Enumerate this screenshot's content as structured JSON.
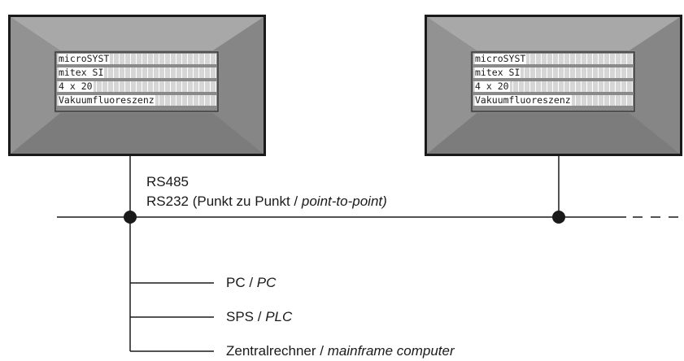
{
  "displays": [
    {
      "lines": [
        "microSYST",
        "mitex SI",
        "4 x 20",
        "Vakuumfluoreszenz"
      ]
    },
    {
      "lines": [
        "microSYST",
        "mitex SI",
        "4 x 20",
        "Vakuumfluoreszenz"
      ]
    }
  ],
  "bus": {
    "label_rs485": "RS485",
    "label_rs232_main": "RS232 (Punkt zu Punkt / ",
    "label_rs232_italic": "point-to-point)"
  },
  "branches": [
    {
      "main": "PC / ",
      "italic": "PC"
    },
    {
      "main": "SPS / ",
      "italic": "PLC"
    },
    {
      "main": "Zentralrechner / ",
      "italic": "mainframe computer"
    }
  ],
  "colors": {
    "panel_face": "#8f8f8f",
    "panel_shadow": "#6e6e6e",
    "line": "#1a1a1a"
  }
}
